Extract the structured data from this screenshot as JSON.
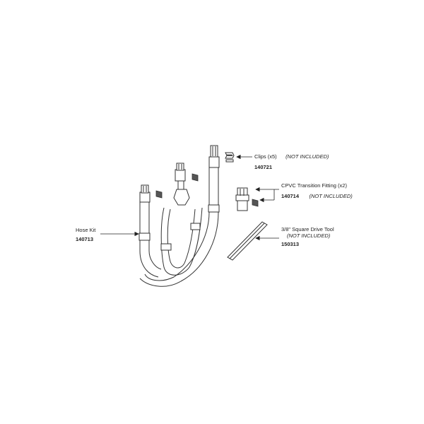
{
  "callouts": {
    "clips": {
      "label": "Clips (x5)",
      "note": "(NOT INCLUDED)",
      "part": "140721"
    },
    "cpvc": {
      "label": "CPVC Transition Fitting (x2)",
      "part": "140714",
      "note": "(NOT INCLUDED)"
    },
    "tool": {
      "label": "3/8\" Square Drive Tool",
      "note": "(NOT INCLUDED)",
      "part": "150313"
    },
    "hose": {
      "label": "Hose Kit",
      "part": "140713"
    }
  }
}
